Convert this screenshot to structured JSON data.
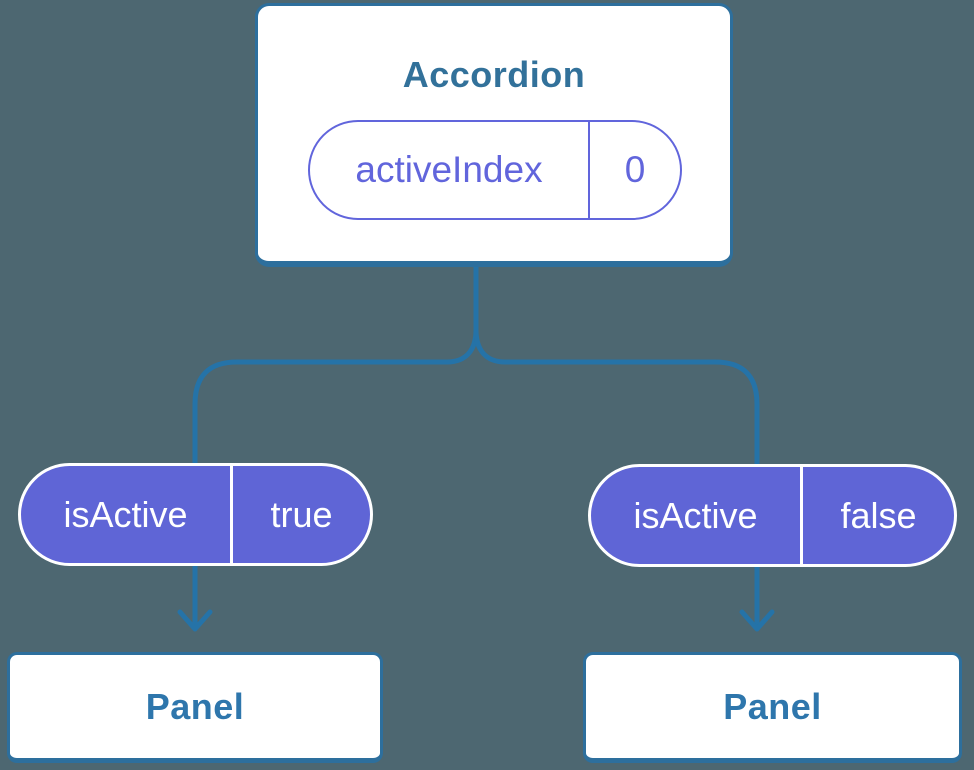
{
  "colors": {
    "bg": "#4d6771",
    "connector": "#2573a8",
    "card-border": "#2d6f9d",
    "card-bg": "#ffffff",
    "title-text": "#32719a",
    "panel-text": "#2e76ac",
    "pill-outline": "#6165dc",
    "pill-fill": "#5f65d6",
    "pill-fill-text": "#ffffff"
  },
  "diagram": {
    "root": {
      "title": "Accordion",
      "state": {
        "name": "activeIndex",
        "value": "0"
      }
    },
    "children": [
      {
        "prop": {
          "name": "isActive",
          "value": "true"
        },
        "node": {
          "title": "Panel"
        }
      },
      {
        "prop": {
          "name": "isActive",
          "value": "false"
        },
        "node": {
          "title": "Panel"
        }
      }
    ]
  }
}
